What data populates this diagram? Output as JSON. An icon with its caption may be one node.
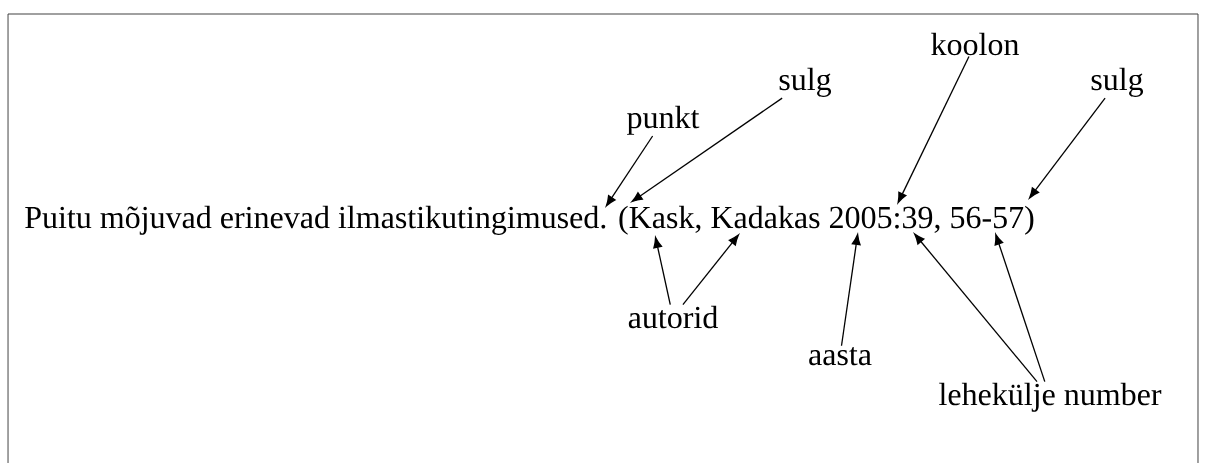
{
  "diagram": {
    "nodes": [
      {
        "text": [
          "Puitu mõjuvad erinevad ilmastikutingimused. (Kask, Kadakas 2005:39, 56-57)"
        ]
      },
      {
        "text": [
          "punkt"
        ]
      },
      {
        "text": [
          "sulg"
        ]
      },
      {
        "text": [
          "koolon"
        ]
      },
      {
        "text": [
          "sulg"
        ]
      },
      {
        "text": [
          "autorid"
        ]
      },
      {
        "text": [
          "aasta"
        ]
      },
      {
        "text": [
          "lehekülje number"
        ]
      }
    ],
    "edges": [
      {
        "from": 1,
        "to": 0,
        "arrow": "to"
      },
      {
        "from": 2,
        "to": 0,
        "arrow": "to"
      },
      {
        "from": 3,
        "to": 0,
        "arrow": "to"
      },
      {
        "from": 4,
        "to": 0,
        "arrow": "to"
      },
      {
        "from": 5,
        "to": 0,
        "arrow": "to"
      },
      {
        "from": 5,
        "to": 0,
        "arrow": "to"
      },
      {
        "from": 6,
        "to": 0,
        "arrow": "to"
      },
      {
        "from": 7,
        "to": 0,
        "arrow": "to"
      },
      {
        "from": 7,
        "to": 0,
        "arrow": "to"
      }
    ]
  }
}
